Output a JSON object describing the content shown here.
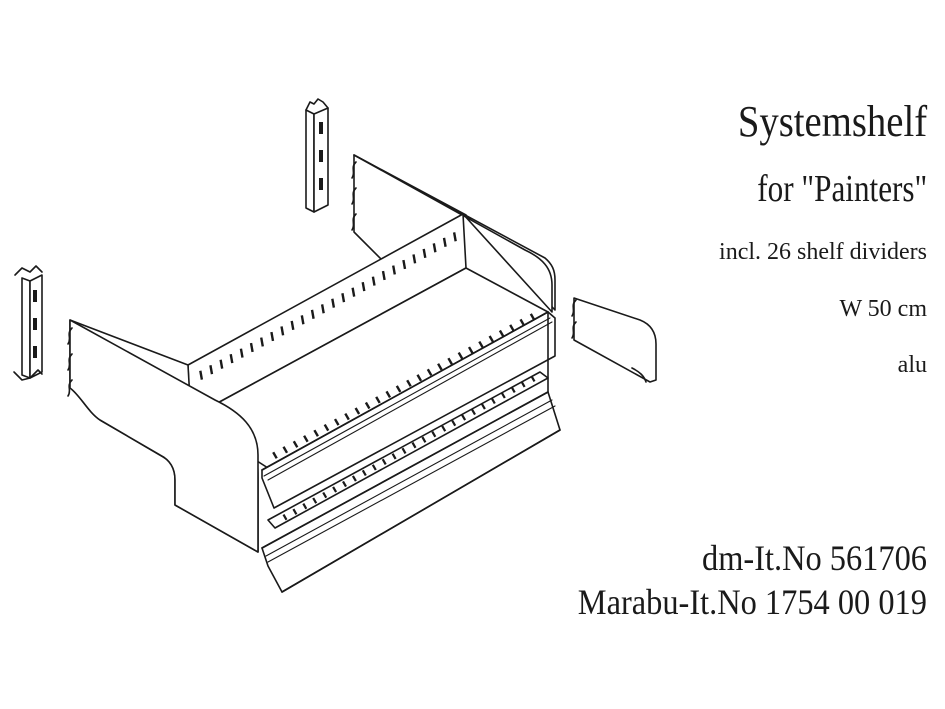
{
  "product": {
    "title": "Systemshelf",
    "subtitle": "for \"Painters\"",
    "includes": "incl. 26 shelf dividers",
    "width": "W 50 cm",
    "material": "alu"
  },
  "item_numbers": {
    "dm": "dm-It.No 561706",
    "marabu": "Marabu-It.No 1754 00 019"
  },
  "illustration": {
    "parts": [
      "wall-rail-left-icon",
      "wall-rail-top-icon",
      "shelf-unit-icon",
      "shelf-divider-icon"
    ]
  }
}
